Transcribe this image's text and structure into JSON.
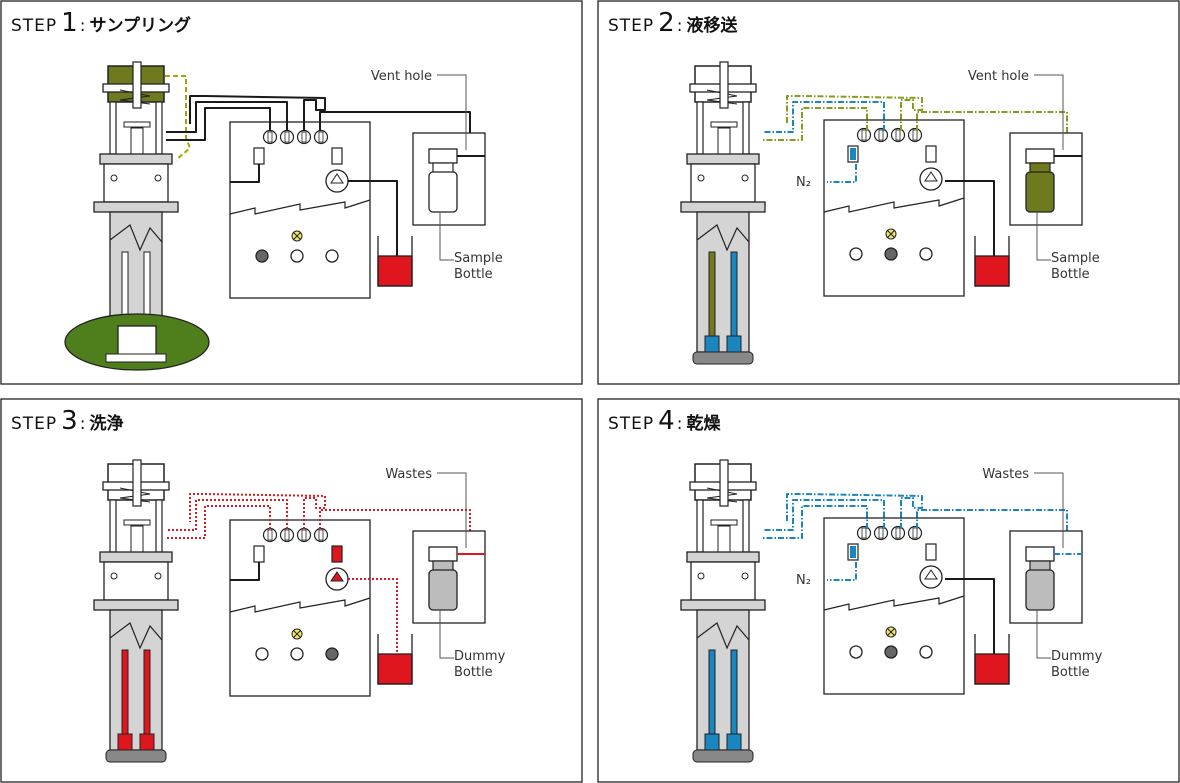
{
  "colors": {
    "black": "#1a1a1a",
    "sample_olive": "#6e7a1d",
    "olive_dash": "#8a9a1a",
    "dashed_yellow": "#a8a300",
    "grass": "#4f7e1c",
    "red": "#e0161e",
    "blue": "#1a86c0",
    "grey_body": "#d4d4d4",
    "bottle_grey": "#bcbcbc",
    "indicator": "#f1e86a"
  },
  "panels": [
    {
      "step_prefix": "STEP",
      "step_number": "1",
      "step_separator": ":",
      "step_name": "サンプリング",
      "vessel_label": "Vent hole",
      "bottle_label_line1": "Sample",
      "bottle_label_line2": "Bottle",
      "nitrogen_label": "",
      "active_light": "left",
      "line_color": "black",
      "bottle_fill": "white",
      "piston_fill": "olive"
    },
    {
      "step_prefix": "STEP",
      "step_number": "2",
      "step_separator": ":",
      "step_name": "液移送",
      "vessel_label": "Vent hole",
      "bottle_label_line1": "Sample",
      "bottle_label_line2": "Bottle",
      "nitrogen_label": "N₂",
      "active_light": "middle",
      "line_color": "olive-blue",
      "bottle_fill": "olive",
      "piston_fill": "white"
    },
    {
      "step_prefix": "STEP",
      "step_number": "3",
      "step_separator": ":",
      "step_name": "洗浄",
      "vessel_label": "Wastes",
      "bottle_label_line1": "Dummy",
      "bottle_label_line2": "Bottle",
      "nitrogen_label": "",
      "active_light": "right",
      "line_color": "red",
      "bottle_fill": "grey",
      "piston_fill": "white"
    },
    {
      "step_prefix": "STEP",
      "step_number": "4",
      "step_separator": ":",
      "step_name": "乾燥",
      "vessel_label": "Wastes",
      "bottle_label_line1": "Dummy",
      "bottle_label_line2": "Bottle",
      "nitrogen_label": "N₂",
      "active_light": "middle",
      "line_color": "blue",
      "bottle_fill": "grey",
      "piston_fill": "white"
    }
  ]
}
